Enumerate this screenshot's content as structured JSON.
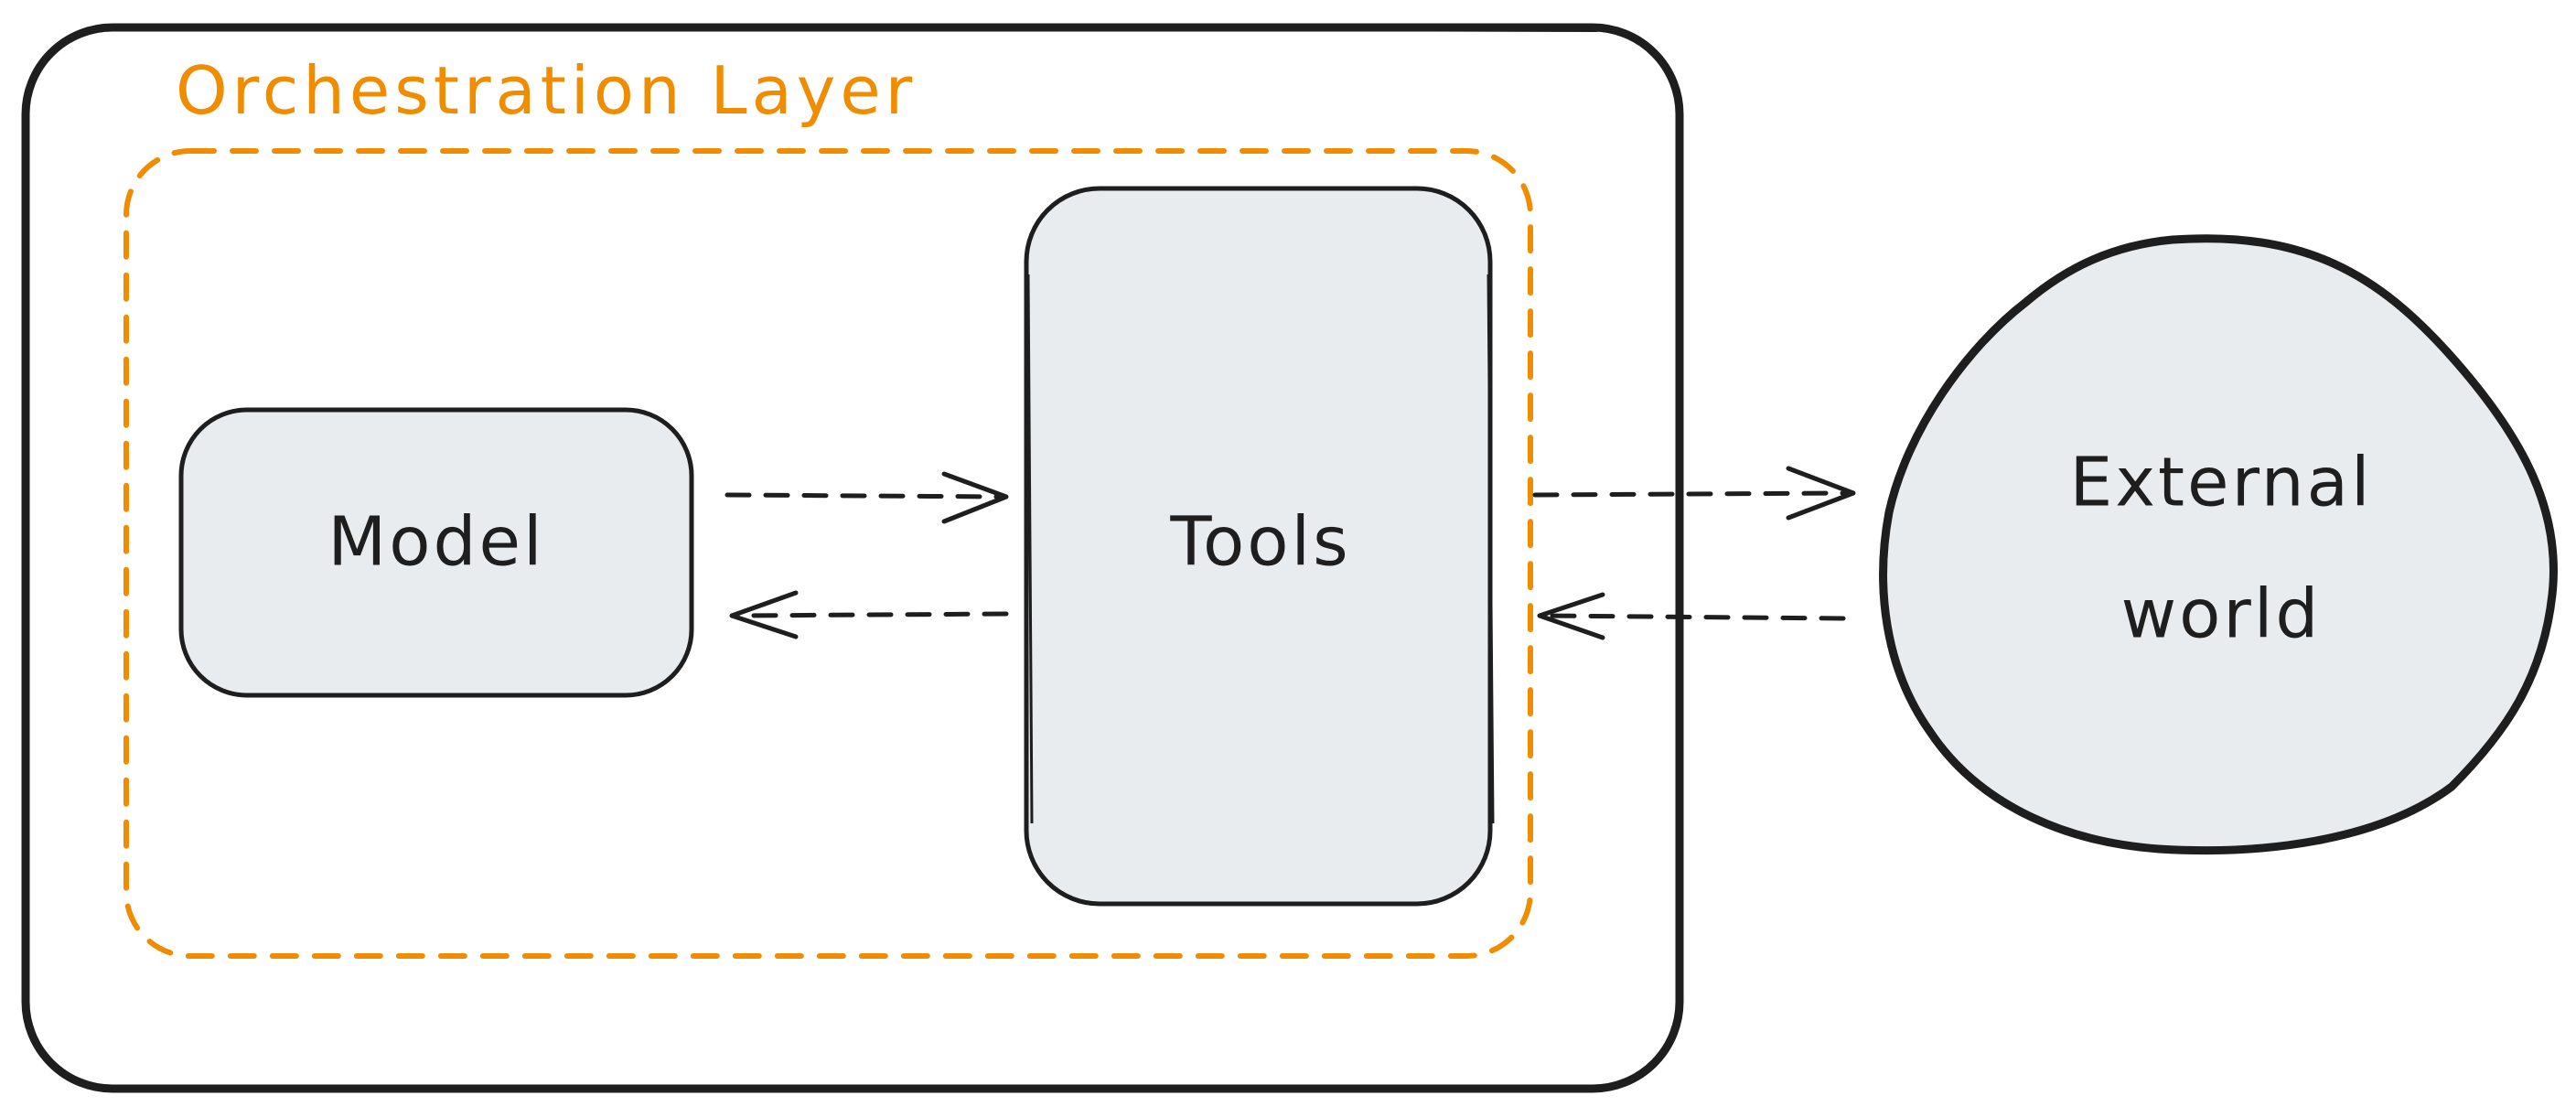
{
  "diagram": {
    "title": "Orchestration Layer",
    "nodes": {
      "model": "Model",
      "tools": "Tools",
      "external_line1": "External",
      "external_line2": "world"
    },
    "edges": [
      {
        "from": "Model",
        "to": "Tools",
        "style": "dashed"
      },
      {
        "from": "Tools",
        "to": "Model",
        "style": "dashed"
      },
      {
        "from": "Tools",
        "to": "External world",
        "style": "dashed"
      },
      {
        "from": "External world",
        "to": "Tools",
        "style": "dashed"
      }
    ]
  },
  "colors": {
    "accent": "#f08c00",
    "stroke": "#1e1e1e",
    "node_fill": "#e9ecef",
    "background": "#ffffff"
  }
}
